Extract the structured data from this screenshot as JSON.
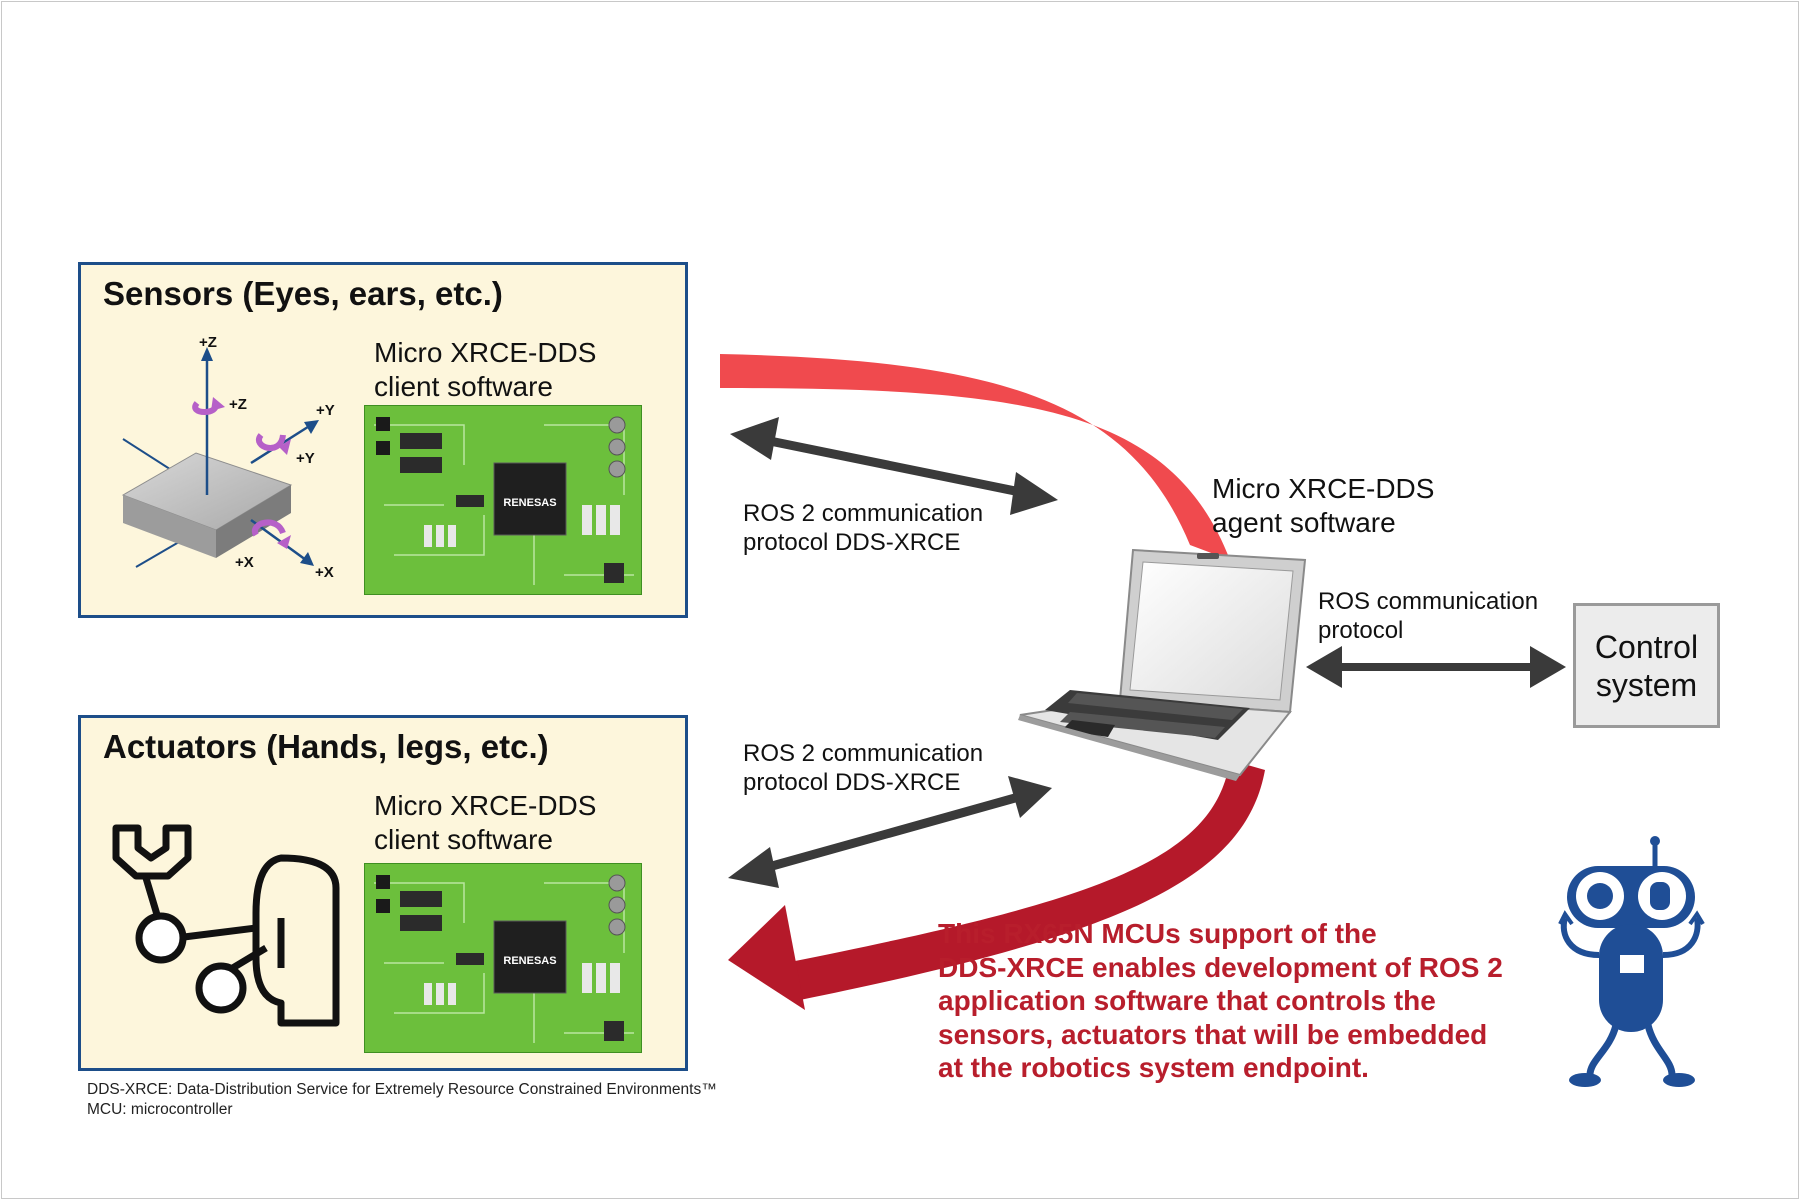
{
  "sensors": {
    "title": "Sensors (Eyes, ears, etc.)",
    "client_line1": "Micro XRCE-DDS",
    "client_line2": "client software",
    "axes": {
      "pz": "+Z",
      "rz": "+Z",
      "py": "+Y",
      "ry": "+Y",
      "rx": "+X",
      "px": "+X"
    },
    "chip_brand": "RENESAS"
  },
  "actuators": {
    "title": "Actuators (Hands, legs, etc.)",
    "client_line1": "Micro XRCE-DDS",
    "client_line2": "client software",
    "chip_brand": "RENESAS"
  },
  "protocol_top": {
    "line1": "ROS 2 communication",
    "line2": "protocol DDS-XRCE"
  },
  "protocol_bottom": {
    "line1": "ROS 2 communication",
    "line2": "protocol DDS-XRCE"
  },
  "agent": {
    "line1": "Micro XRCE-DDS",
    "line2": "agent software"
  },
  "ros_protocol": {
    "line1": "ROS communication",
    "line2": "protocol"
  },
  "control": {
    "line1": "Control",
    "line2": "system"
  },
  "highlight": {
    "line1": "This RX65N MCUs support of the",
    "line2": "DDS-XRCE enables development of ROS 2",
    "line3": "application software that controls the",
    "line4": "sensors, actuators that will be embedded",
    "line5": "at the robotics system endpoint."
  },
  "footnotes": {
    "line1": "DDS-XRCE: Data-Distribution Service for Extremely Resource Constrained Environments™",
    "line2": "MCU: microcontroller"
  },
  "colors": {
    "panel_border": "#1d4e89",
    "panel_fill": "#fdf6dc",
    "flow_top": "#f04a4e",
    "flow_bottom": "#b5192a",
    "arrow": "#3a3a3a",
    "highlight_text": "#b81e2c",
    "board_green": "#6cbf3c",
    "robot_blue": "#1f4e96"
  }
}
